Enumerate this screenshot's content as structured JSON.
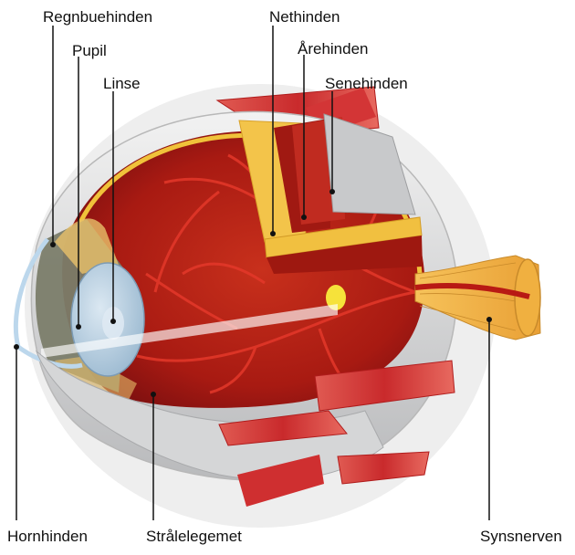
{
  "labels": {
    "regnbuehinden": "Regnbuehinden",
    "pupil": "Pupil",
    "linse": "Linse",
    "nethinden": "Nethinden",
    "aarehinden": "Årehinden",
    "senehinden": "Senehinden",
    "hornhinden": "Hornhinden",
    "straalelegemet": "Strålelegemet",
    "synsnerven": "Synsnerven"
  },
  "colors": {
    "sclera": "#d9dadb",
    "choroid": "#b01d16",
    "interior": "#a81a12",
    "retina": "#e8b830",
    "vessel": "#e4382a",
    "muscle": "#d8393a",
    "lens": "#a9c6dc",
    "iris": "#7b7d6a",
    "nerve": "#f1b64a",
    "focus_spot": "#f6e23a",
    "pointer": "#111111"
  }
}
